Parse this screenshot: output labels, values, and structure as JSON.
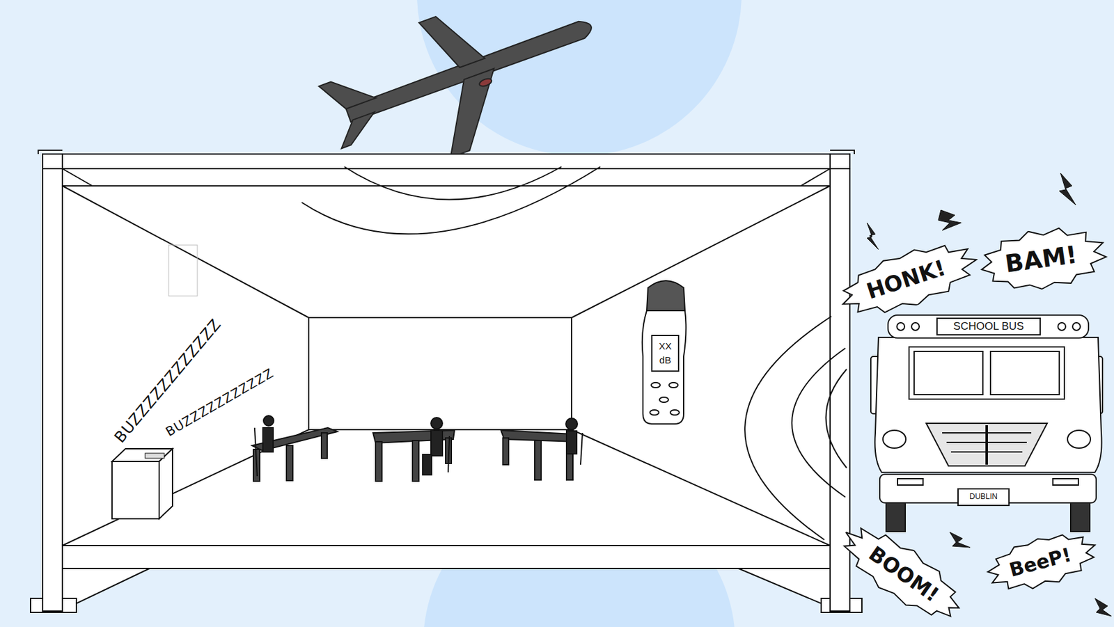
{
  "diagram": {
    "nodes": [
      {
        "text": [
          "HONK!"
        ]
      },
      {
        "text": [
          "BAM!"
        ]
      },
      {
        "text": [
          "BOOM!"
        ]
      },
      {
        "text": [
          "BeeP!"
        ]
      }
    ],
    "labels": [
      "BUZZZZZZZZZZZZ",
      "BUZZZZZZZZZZZ",
      "XX",
      "dB",
      "SCHOOL BUS",
      "DUBLIN"
    ]
  }
}
